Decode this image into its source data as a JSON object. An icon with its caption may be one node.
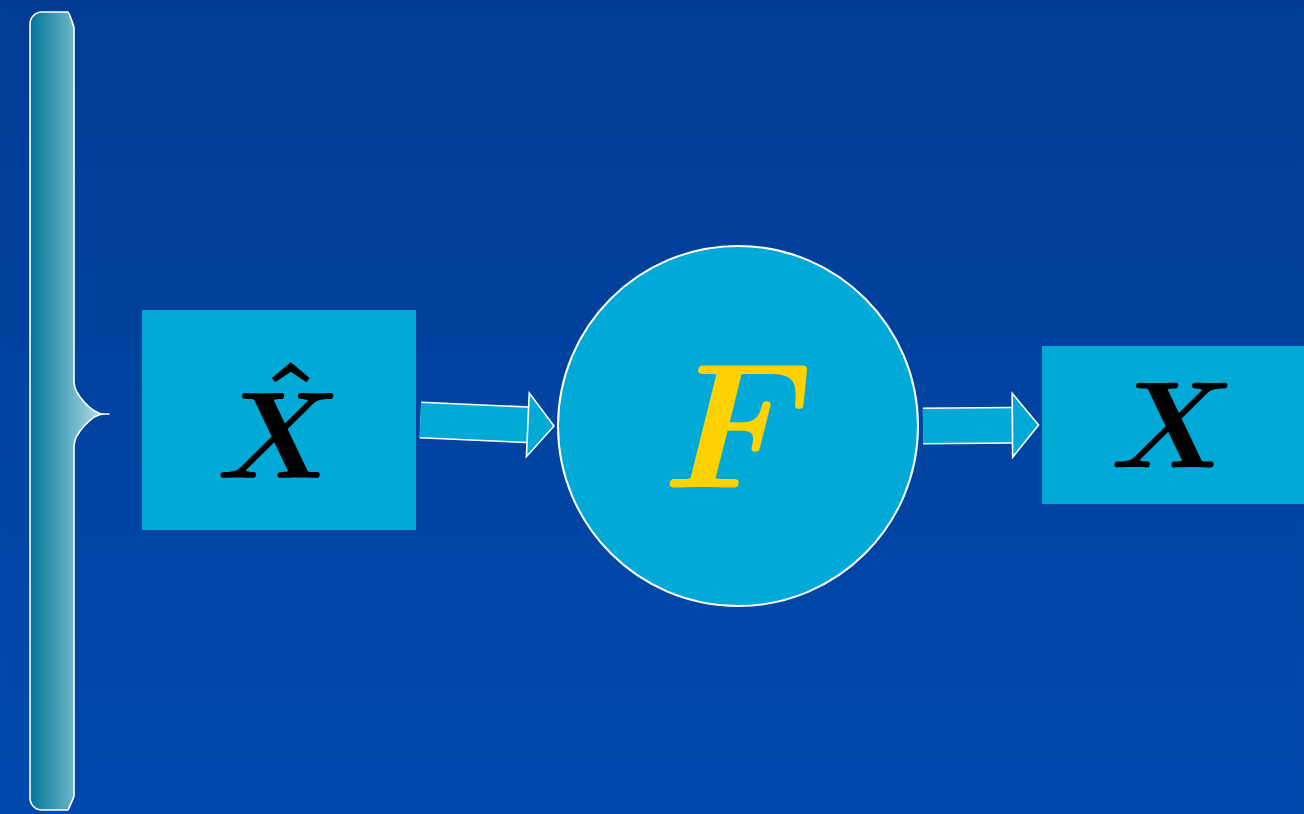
{
  "diagram": {
    "nodes": [
      {
        "text": [
          "\\hat{X}"
        ]
      },
      {
        "text": [
          "F"
        ]
      },
      {
        "text": [
          "X"
        ]
      }
    ],
    "edges": [
      {
        "from": 0,
        "to": 1,
        "arrow": "to"
      },
      {
        "from": 1,
        "to": 2,
        "arrow": "to"
      }
    ]
  }
}
